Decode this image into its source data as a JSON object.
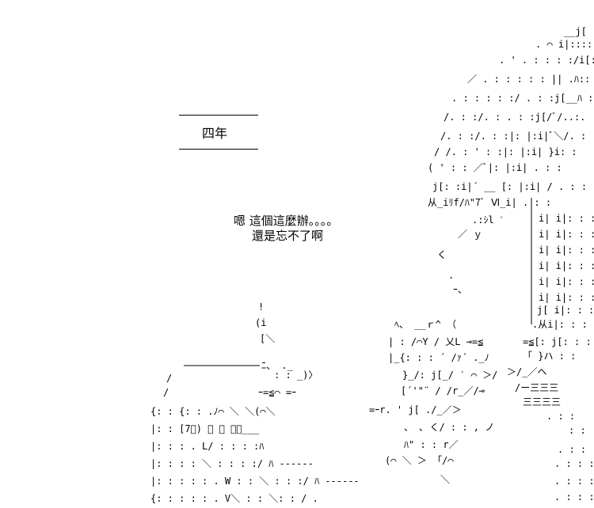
{
  "title": "四年",
  "dialogue": {
    "line1": "嗯 這個這麼辦。。。。",
    "line2": "還是忘不了啊"
  }
}
